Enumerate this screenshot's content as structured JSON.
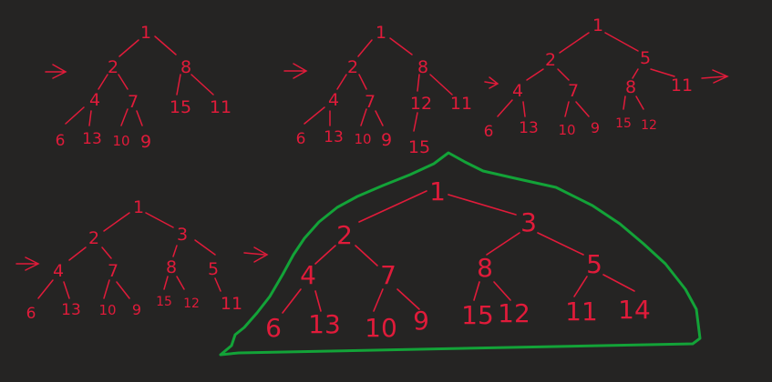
{
  "colors": {
    "background": "#252423",
    "ink": "#e01b3a",
    "highlight": "#13a338"
  },
  "trees": [
    {
      "id": "tree-a",
      "nodes": [
        "1",
        "2",
        "8",
        "4",
        "7",
        "15",
        "11",
        "6",
        "13",
        "10",
        "9"
      ]
    },
    {
      "id": "tree-b",
      "nodes": [
        "1",
        "2",
        "8",
        "4",
        "7",
        "12",
        "11",
        "6",
        "13",
        "10",
        "9",
        "15"
      ]
    },
    {
      "id": "tree-c",
      "nodes": [
        "1",
        "2",
        "5",
        "4",
        "7",
        "8",
        "11",
        "6",
        "13",
        "10",
        "9",
        "15",
        "12"
      ]
    },
    {
      "id": "tree-d",
      "nodes": [
        "1",
        "2",
        "3",
        "4",
        "7",
        "8",
        "5",
        "6",
        "13",
        "10",
        "9",
        "15",
        "12",
        "11"
      ]
    },
    {
      "id": "tree-e",
      "nodes": [
        "1",
        "2",
        "3",
        "4",
        "7",
        "8",
        "5",
        "6",
        "13",
        "10",
        "9",
        "15",
        "12",
        "11",
        "14"
      ]
    }
  ]
}
